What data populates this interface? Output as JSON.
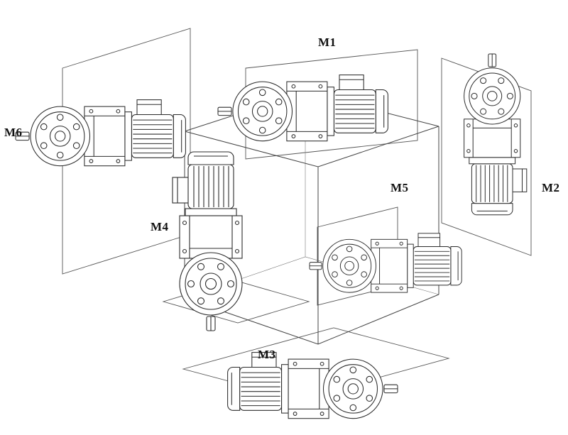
{
  "figure": {
    "type": "gearmotor-mounting-positions-diagram",
    "description": "Six gear motor orientations (M1-M6) arranged around a wireframe reference cube",
    "background_color": "#ffffff",
    "line_color": "#2b2b2b",
    "cube_line_color": "#444444",
    "plane_line_color": "#555555"
  },
  "labels": {
    "m1": "M1",
    "m2": "M2",
    "m3": "M3",
    "m4": "M4",
    "m5": "M5",
    "m6": "M6"
  }
}
